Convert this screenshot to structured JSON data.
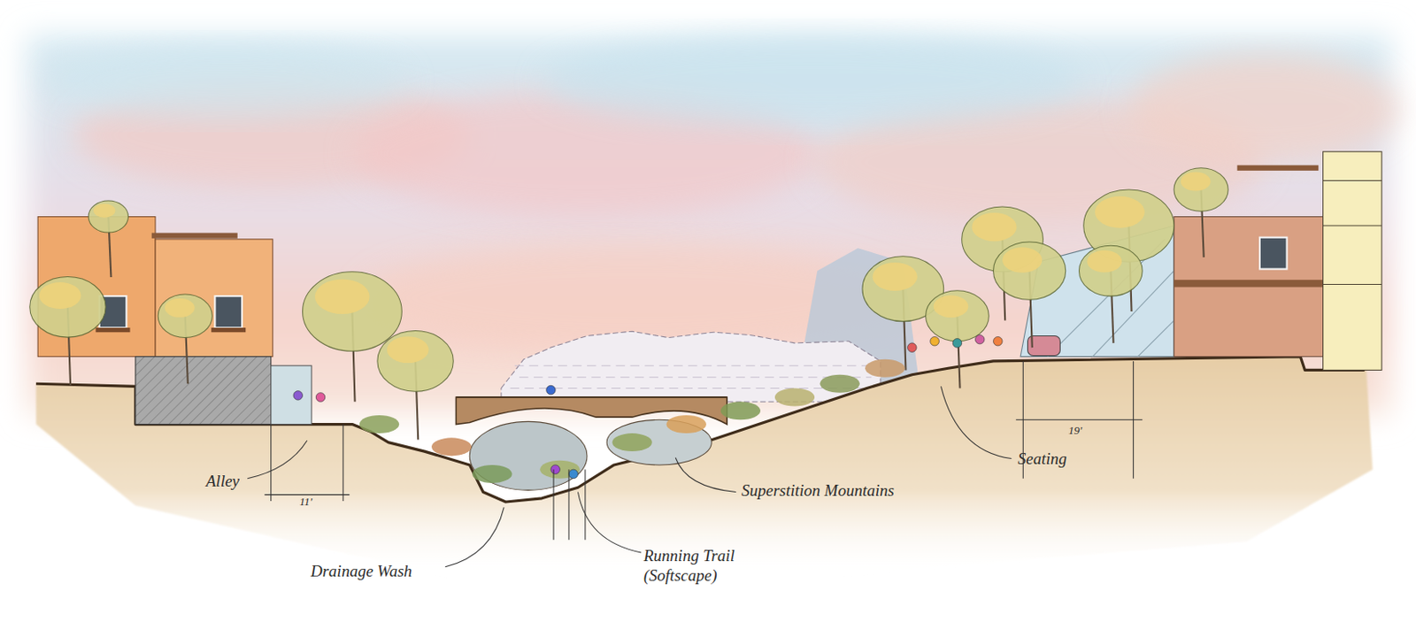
{
  "diagram": {
    "labels": [
      "Alley",
      "11'",
      "Drainage Wash",
      "Running Trail (Softscape)",
      "Superstition Mountains",
      "Seating",
      "19'"
    ]
  }
}
